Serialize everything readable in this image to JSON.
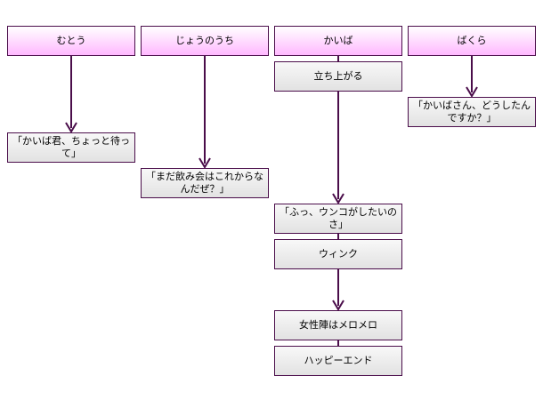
{
  "lanes": [
    {
      "id": "muto",
      "label": "むとう"
    },
    {
      "id": "jonouchi",
      "label": "じょうのうち"
    },
    {
      "id": "kaiba",
      "label": "かいば"
    },
    {
      "id": "bakura",
      "label": "ばくら"
    }
  ],
  "events": {
    "muto_1": "「かいば君、ちょっと待って」",
    "jonouchi_1": "「まだ飲み会はこれからなんだぜ？」",
    "kaiba_1": "立ち上がる",
    "kaiba_2": "「ふっ、ウンコがしたいのさ」",
    "kaiba_3": "ウィンク",
    "kaiba_4": "女性陣はメロメロ",
    "kaiba_5": "ハッピーエンド",
    "bakura_1": "「かいばさん、どうしたんですか？」"
  },
  "colors": {
    "border": "#4a0d4a",
    "header_top": "#ffffff",
    "header_bottom": "#ffb8ff",
    "note_top": "#f8f8f8",
    "note_bottom": "#e2e2e2"
  }
}
